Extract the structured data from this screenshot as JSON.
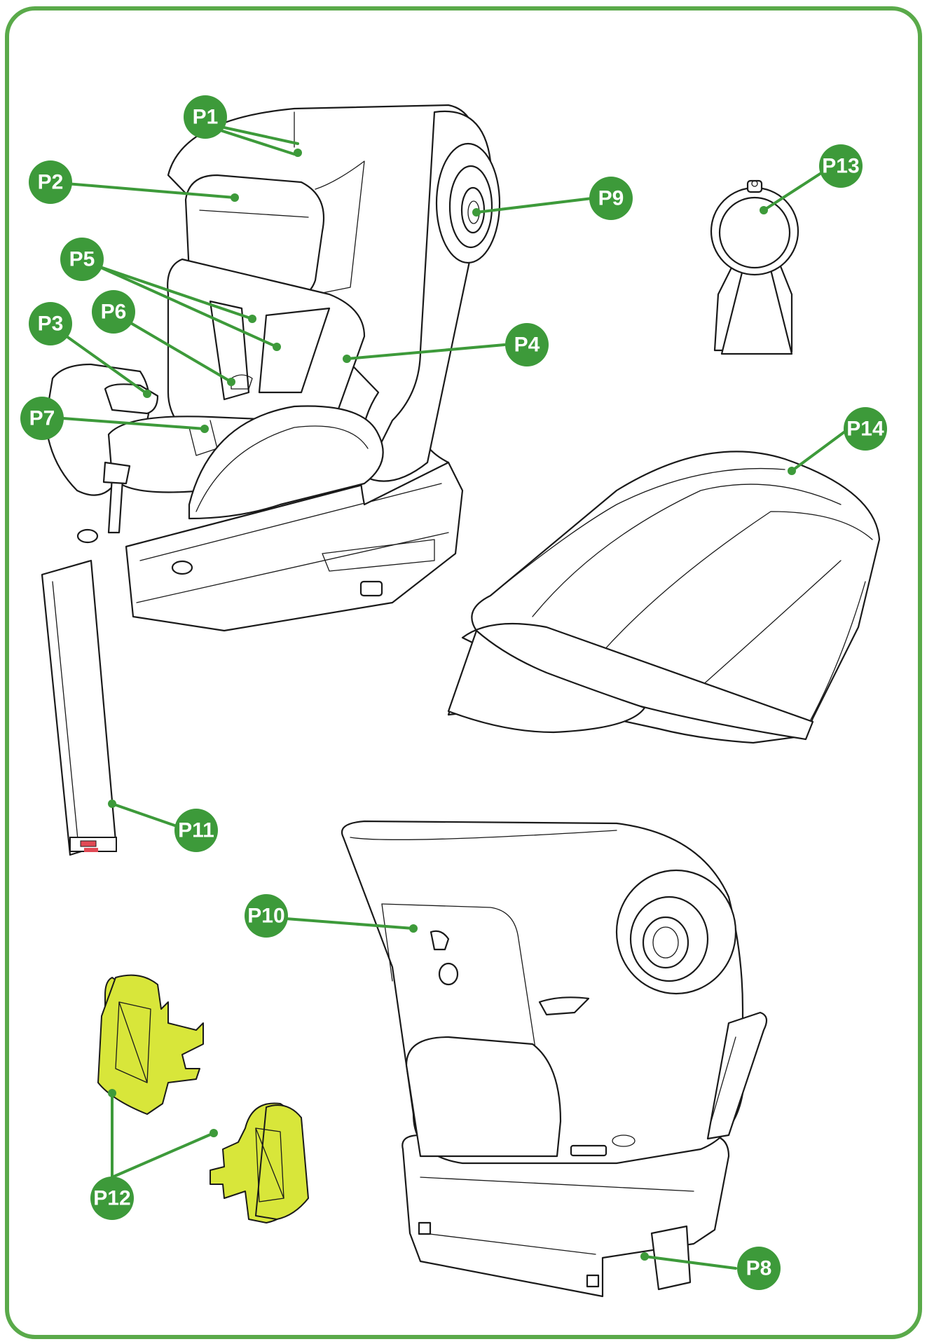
{
  "colors": {
    "frame": "#5aaa4a",
    "label_bg": "#3d9a3a",
    "label_text": "#ffffff",
    "accessory_fill": "#d8e63a",
    "line": "#1a1a1a"
  },
  "labels": {
    "p1": "P1",
    "p2": "P2",
    "p3": "P3",
    "p4": "P4",
    "p5": "P5",
    "p6": "P6",
    "p7": "P7",
    "p8": "P8",
    "p9": "P9",
    "p10": "P10",
    "p11": "P11",
    "p12": "P12",
    "p13": "P13",
    "p14": "P14"
  }
}
